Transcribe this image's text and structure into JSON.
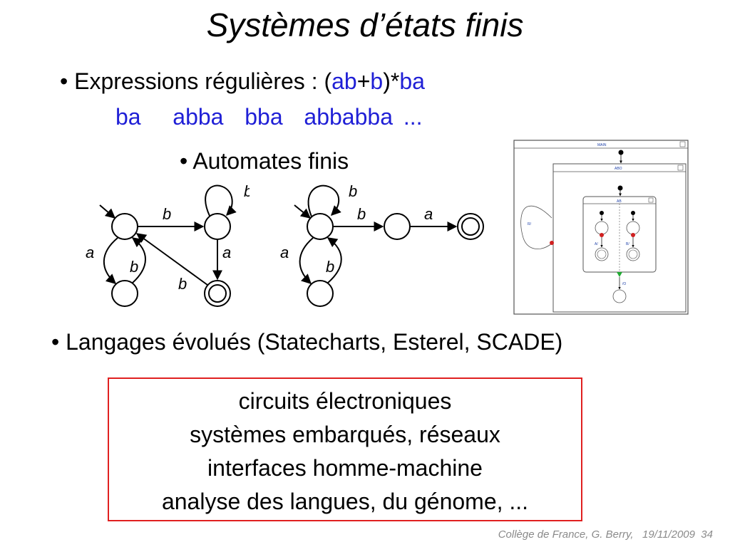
{
  "title": "Systèmes d’états finis",
  "bullets": {
    "regex": {
      "marker": "•",
      "label": "Expressions régulières : (",
      "ab": "ab",
      "plus": "+",
      "b": "b",
      "close_star": ")*",
      "ba": "ba",
      "examples": "ba   abba  bba  abbabba ..."
    },
    "automata": "• Automates finis",
    "languages": "• Langages évolués (Statecharts, Esterel, SCADE)"
  },
  "automaton1": {
    "labels": [
      "b",
      "b",
      "a",
      "a",
      "b",
      "b"
    ]
  },
  "automaton2": {
    "labels": [
      "b",
      "b",
      "a",
      "a",
      "b"
    ]
  },
  "statechart": {
    "titles": [
      "MAIN",
      "ABO",
      "AB"
    ],
    "labels": [
      "R/",
      "A/",
      "B/",
      "/O"
    ]
  },
  "applications": [
    "circuits électroniques",
    "systèmes embarqués, réseaux",
    "interfaces homme-machine",
    "analyse des langues, du génome, ..."
  ],
  "footer": "Collège de France, G. Berry,   19/11/2009  34",
  "colors": {
    "accent_blue": "#1f1fd6",
    "box_border": "#e02020",
    "footer_gray": "#8a8a8a"
  }
}
